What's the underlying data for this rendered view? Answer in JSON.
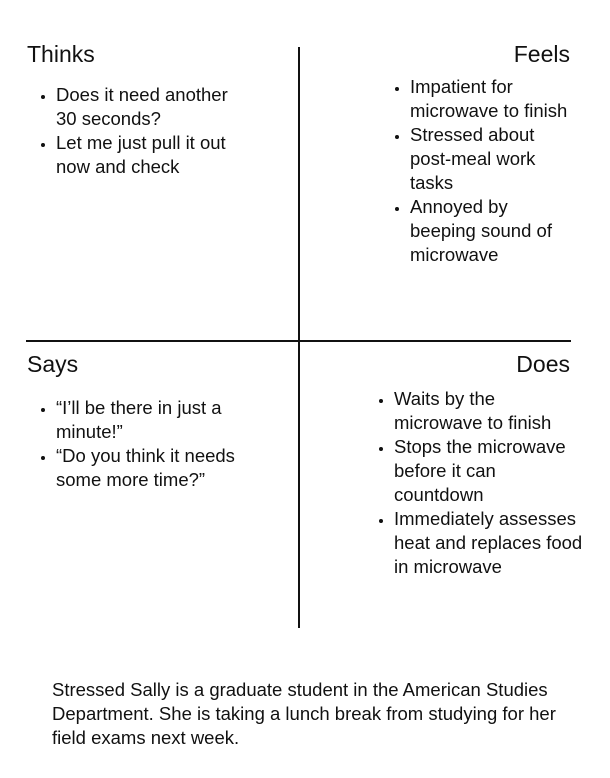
{
  "quadrants": {
    "thinks": {
      "title": "Thinks",
      "items": [
        "Does it need another 30 seconds?",
        "Let me just pull it out now and check"
      ]
    },
    "feels": {
      "title": "Feels",
      "items": [
        "Impatient for microwave to finish",
        "Stressed about post-meal work tasks",
        "Annoyed by beeping sound of microwave"
      ]
    },
    "says": {
      "title": "Says",
      "items": [
        "“I’ll be there in just a minute!”",
        "“Do you think it needs some more time?”"
      ]
    },
    "does": {
      "title": "Does",
      "items": [
        "Waits by the microwave to finish",
        "Stops the microwave before it can countdown",
        "Immediately assesses heat and replaces food in microwave"
      ]
    }
  },
  "summary": "Stressed Sally is a graduate student in the American Studies Department. She is taking a lunch break from studying for her field exams next week."
}
